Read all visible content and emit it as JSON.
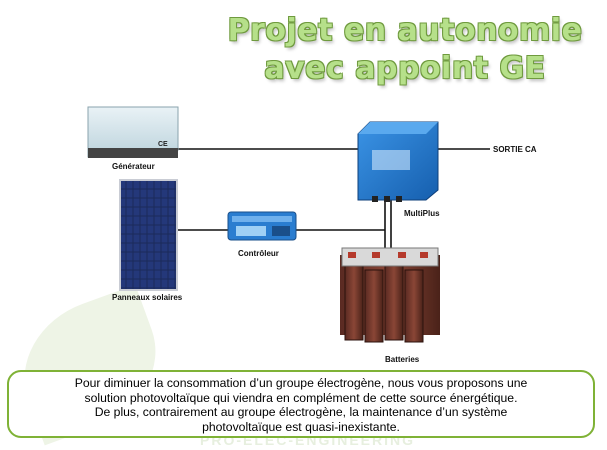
{
  "title_line1": "Projet en autonomie",
  "title_line2": "avec appoint GE",
  "labels": {
    "generateur": "Générateur",
    "panneaux": "Panneaux solaires",
    "controleur": "Contrôleur",
    "multiplus": "MultiPlus",
    "sortie": "SORTIE CA",
    "batteries": "Batteries"
  },
  "ce_mark": "CE",
  "description": [
    "Pour diminuer la consommation d’un groupe électrogène, nous vous proposons une",
    "solution photovoltaïque qui viendra en complément de cette source énergétique.",
    "De plus, contrairement au groupe électrogène, la maintenance d’un système",
    "photovoltaïque est quasi-inexistante."
  ],
  "colors": {
    "title": "#b6e08a",
    "border": "#7fb236",
    "device_blue": "#1f73c9"
  }
}
